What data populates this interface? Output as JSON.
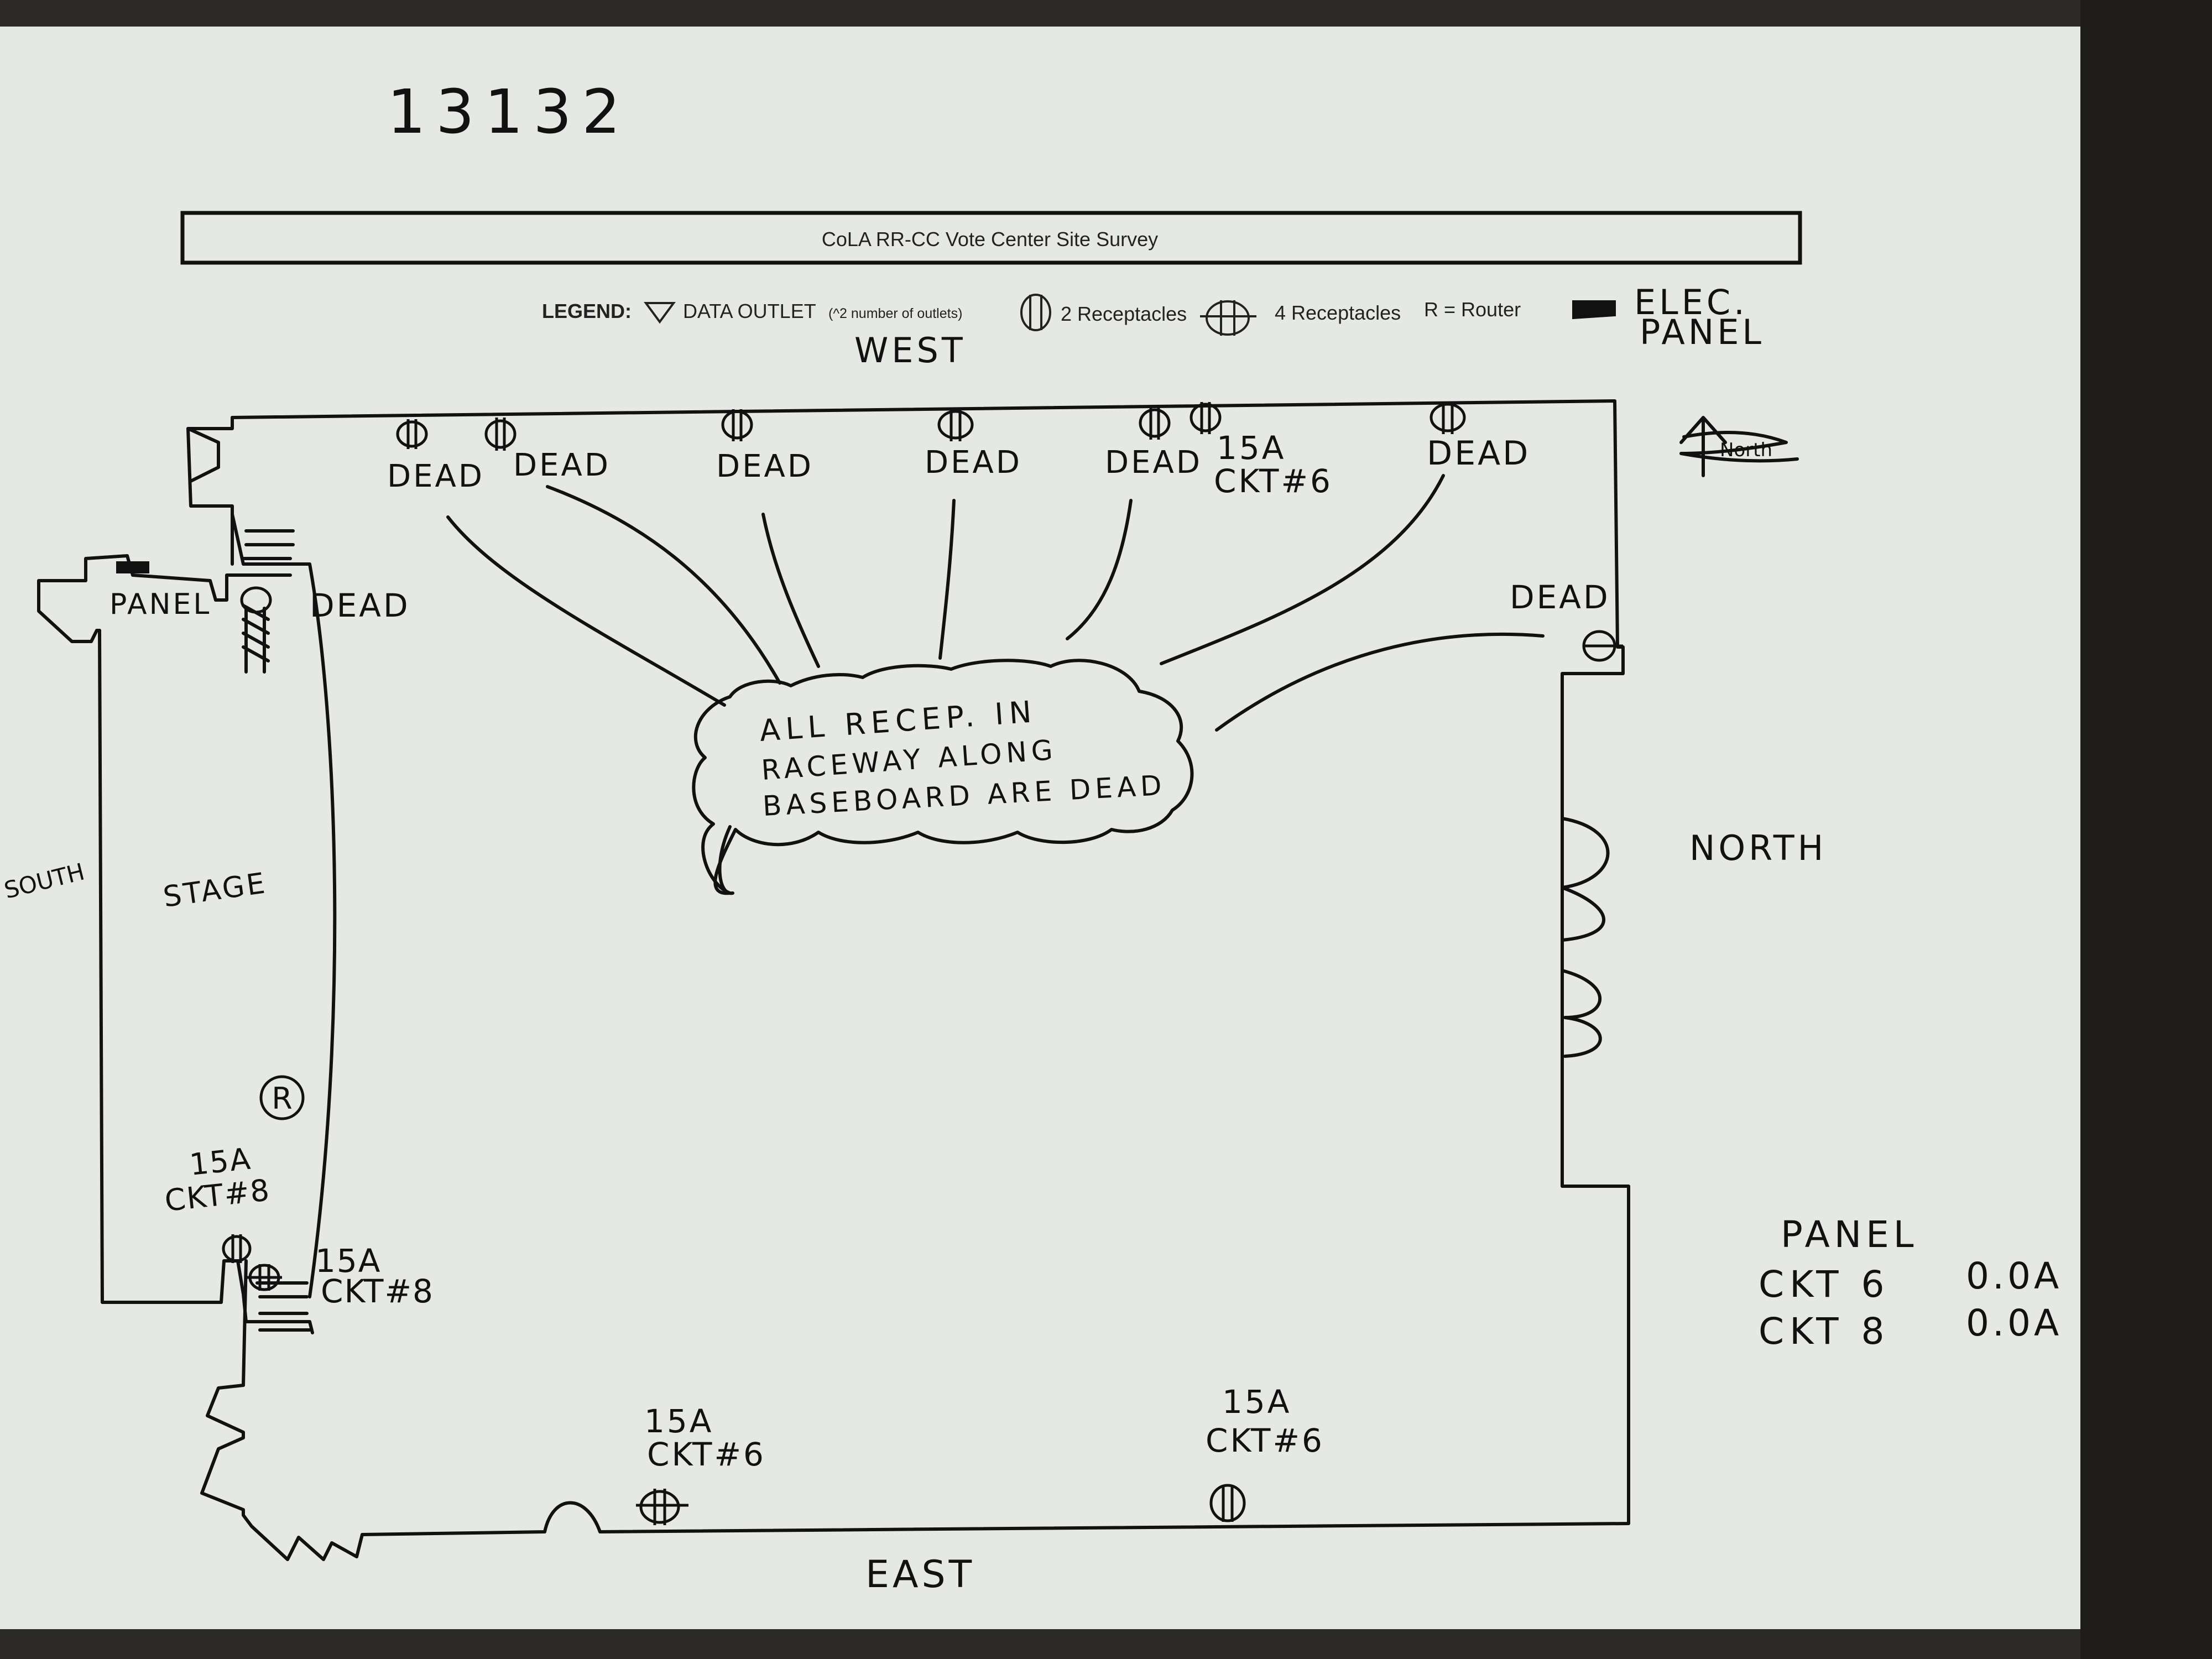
{
  "page_number": "13132",
  "form_title": "CoLA RR-CC Vote Center Site Survey",
  "legend": {
    "heading": "LEGEND:",
    "data_outlet": "DATA OUTLET",
    "data_outlet_note": "(^2 number of outlets)",
    "two_receptacles": "2 Receptacles",
    "four_receptacles": "4 Receptacles",
    "router": "R = Router",
    "elec_panel_line1": "ELEC.",
    "elec_panel_line2": "PANEL"
  },
  "directions": {
    "west": "WEST",
    "north": "NORTH",
    "east": "EAST",
    "south": "SOUTH"
  },
  "north_arrow_label": "North",
  "rooms": {
    "panel": "PANEL",
    "stage": "STAGE"
  },
  "router_symbol": "R",
  "west_wall_labels": [
    "DEAD",
    "DEAD",
    "DEAD",
    "DEAD",
    "DEAD",
    "DEAD"
  ],
  "west_circuit": {
    "amps": "15A",
    "circuit": "CKT#6"
  },
  "stage_dead": "DEAD",
  "north_dead": "DEAD",
  "note_cloud": {
    "line1": "ALL RECEP. IN",
    "line2": "RACEWAY ALONG",
    "line3": "BASEBOARD ARE DEAD"
  },
  "stage_circuit": {
    "amps": "15A",
    "circuit": "CKT#8"
  },
  "door_circuit": {
    "amps": "15A",
    "circuit": "CKT#8"
  },
  "east_circuit_left": {
    "amps": "15A",
    "circuit": "CKT#6"
  },
  "east_circuit_right": {
    "amps": "15A",
    "circuit": "CKT#6"
  },
  "panel_readings": {
    "title": "PANEL",
    "rows": [
      {
        "circuit": "CKT 6",
        "value": "0.0A"
      },
      {
        "circuit": "CKT 8",
        "value": "0.0A"
      }
    ]
  }
}
